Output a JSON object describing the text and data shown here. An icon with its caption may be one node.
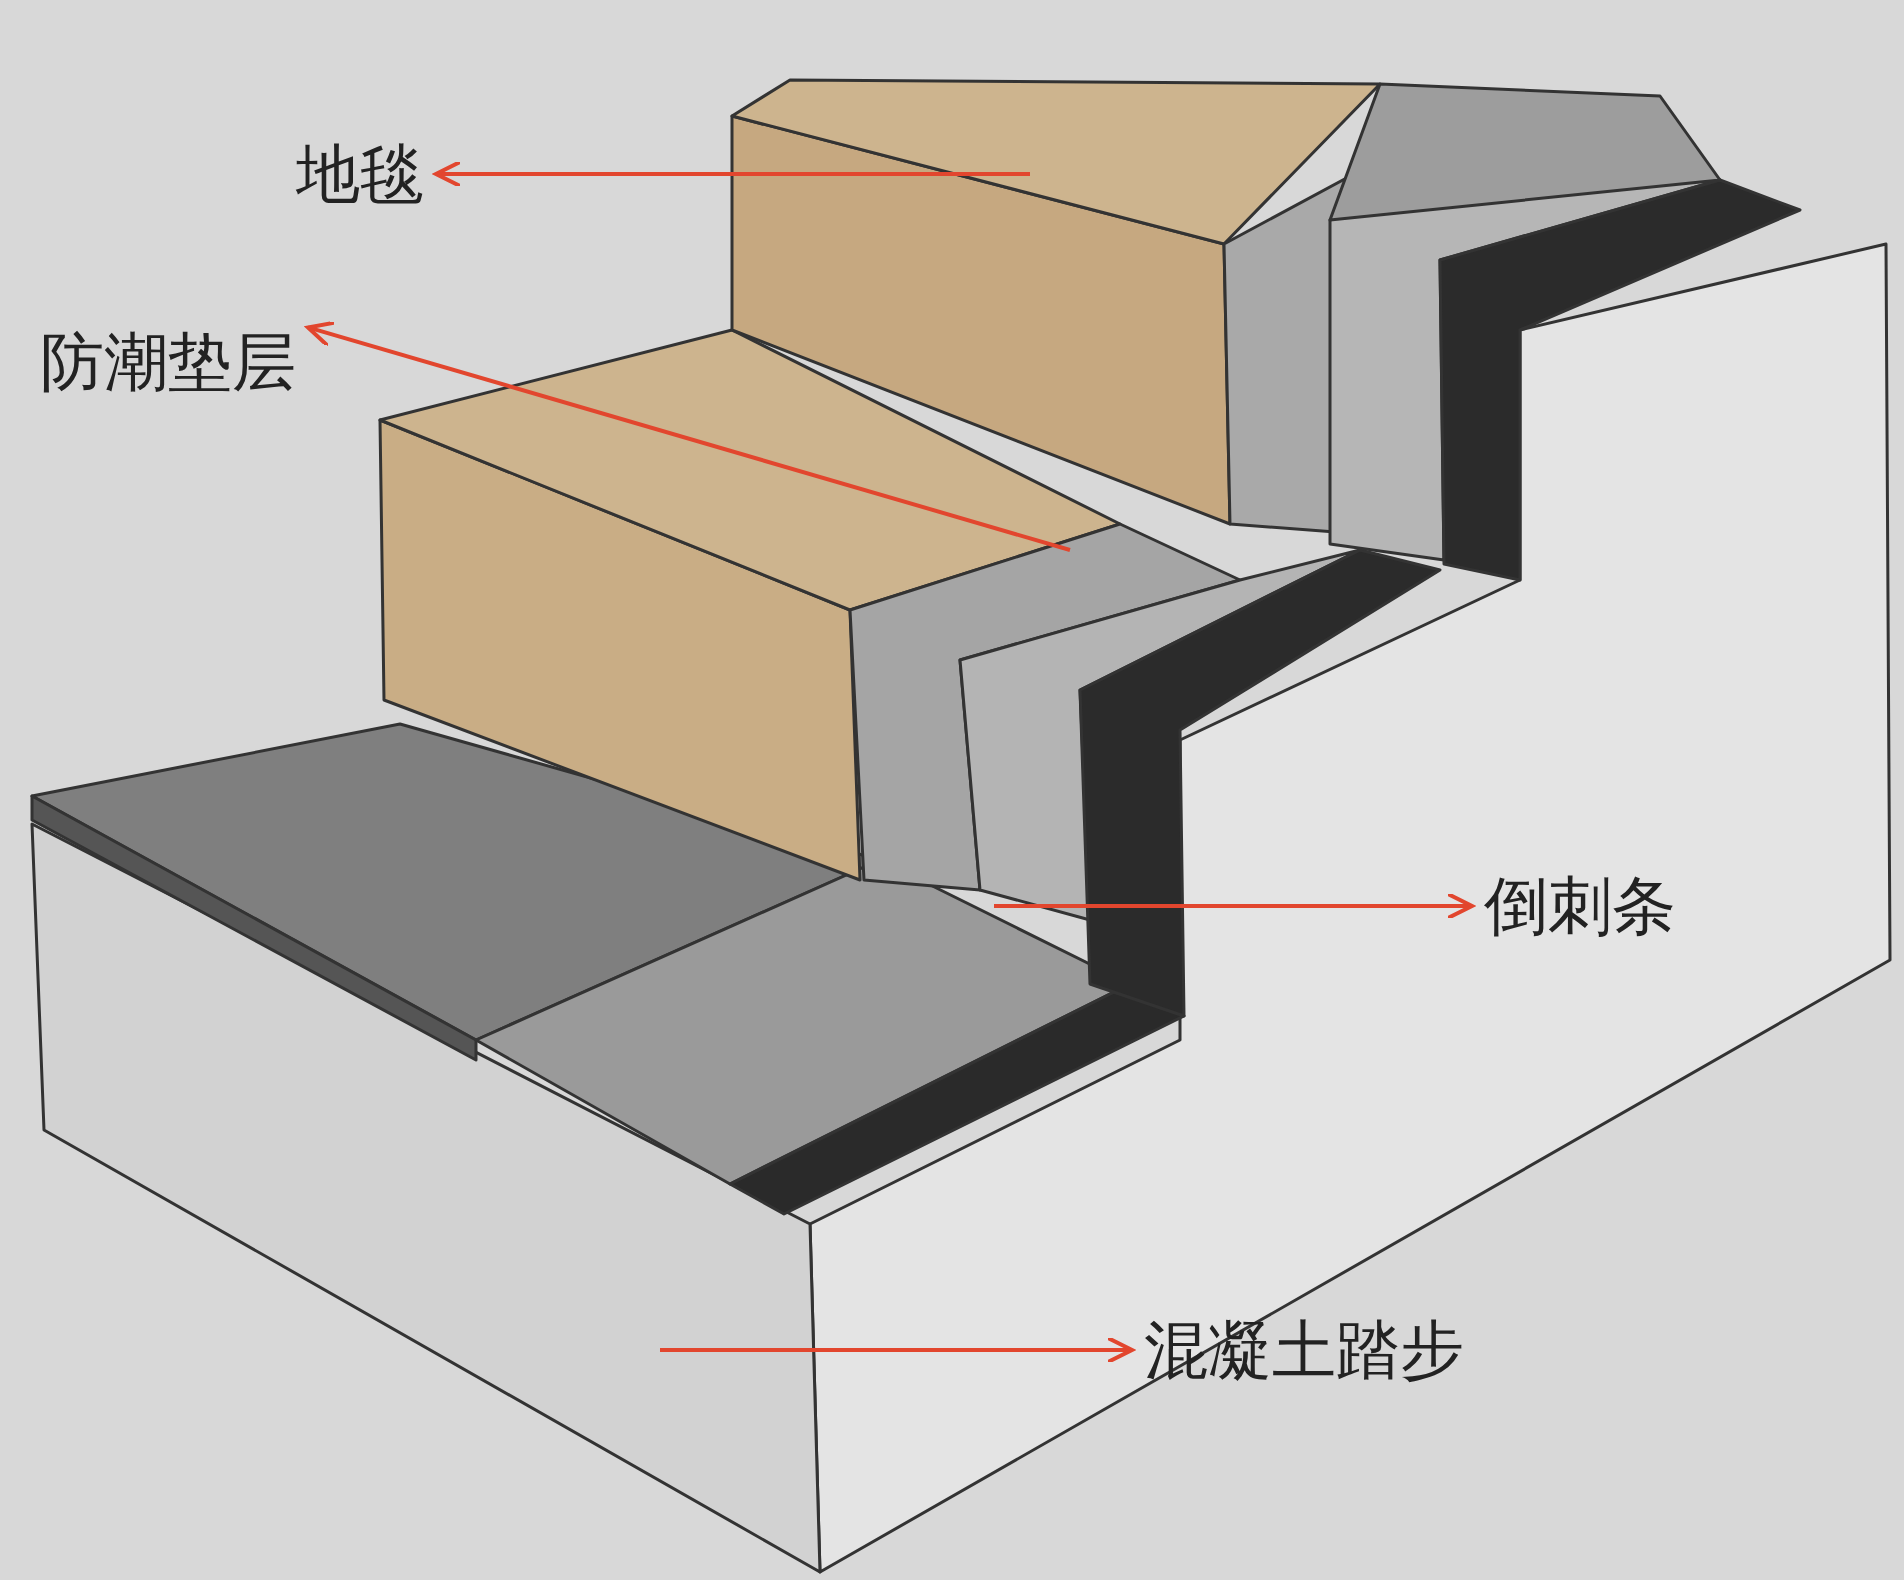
{
  "diagram": {
    "nodes": [
      {
        "text": [
          "地毯"
        ]
      },
      {
        "text": [
          "防潮垫层"
        ]
      },
      {
        "text": [
          "倒刺条"
        ]
      },
      {
        "text": [
          "混凝土踏步"
        ]
      }
    ],
    "edges": [
      {
        "from": null,
        "to": 0,
        "arrow": "to"
      },
      {
        "from": null,
        "to": 1,
        "arrow": "to"
      },
      {
        "from": null,
        "to": 2,
        "arrow": "to"
      },
      {
        "from": null,
        "to": 3,
        "arrow": "to"
      }
    ]
  }
}
